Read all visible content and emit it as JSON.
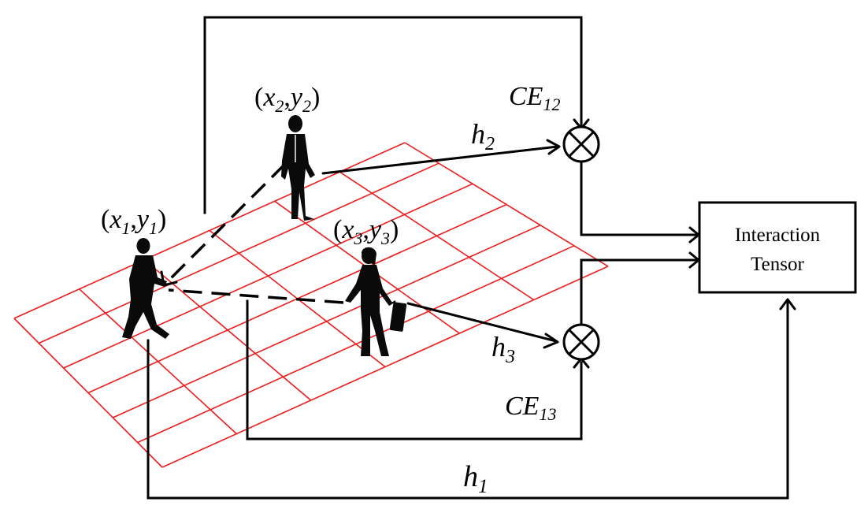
{
  "positions": {
    "p1": {
      "open": "(",
      "x": "x",
      "xsub": "1",
      "comma": ",",
      "y": "y",
      "ysub": "1",
      "close": ")"
    },
    "p2": {
      "open": "(",
      "x": "x",
      "xsub": "2",
      "comma": ",",
      "y": "y",
      "ysub": "2",
      "close": ")"
    },
    "p3": {
      "open": "(",
      "x": "x",
      "xsub": "3",
      "comma": ",",
      "y": "y",
      "ysub": "3",
      "close": ")"
    }
  },
  "hidden_states": {
    "h1": {
      "base": "h",
      "sub": "1"
    },
    "h2": {
      "base": "h",
      "sub": "2"
    },
    "h3": {
      "base": "h",
      "sub": "3"
    }
  },
  "combiners": {
    "ce12": {
      "base": "CE",
      "sub": "12"
    },
    "ce13": {
      "base": "CE",
      "sub": "13"
    }
  },
  "interaction_tensor": {
    "line1": "Interaction",
    "line2": "Tensor"
  },
  "icons": {
    "combiner": "circled-times-icon",
    "person": "person-silhouette-icon"
  },
  "colors": {
    "grid": "#ee1c1c",
    "ink": "#000000"
  }
}
